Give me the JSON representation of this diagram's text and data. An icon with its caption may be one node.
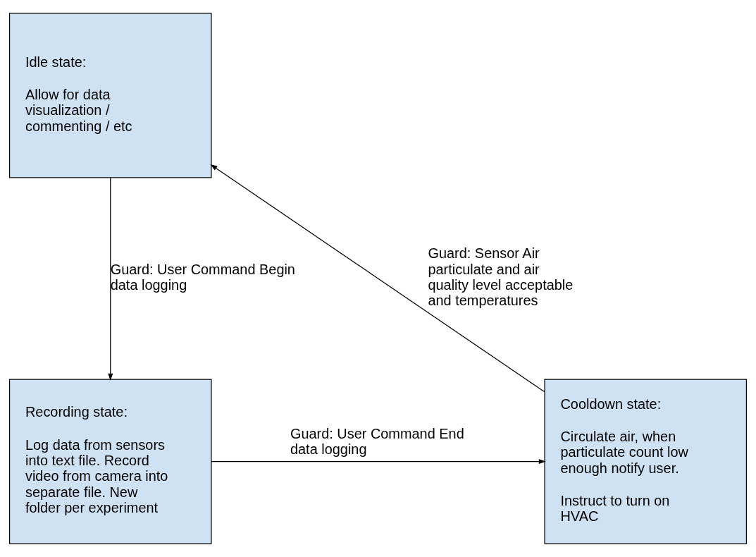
{
  "diagram": {
    "nodes": [
      {
        "text": [
          "Idle state:",
          "Allow for data visualization / commenting / etc"
        ]
      },
      {
        "text": [
          "Recording state:",
          "Log data from sensors into text file. Record video from camera into separate file. New folder per experiment"
        ]
      },
      {
        "text": [
          "Cooldown state:",
          "Circulate air, when particulate count low enough notify user.",
          "Instruct to turn on HVAC"
        ]
      }
    ],
    "edges": [
      {
        "from": 0,
        "to": 1,
        "arrow": "to",
        "label": "Guard: User Command Begin data logging"
      },
      {
        "from": 1,
        "to": 2,
        "arrow": "to",
        "label": "Guard: User Command End data logging"
      },
      {
        "from": 2,
        "to": 0,
        "arrow": "to",
        "label": "Guard: Sensor Air particulate and air quality level acceptable and temperatures"
      }
    ]
  }
}
